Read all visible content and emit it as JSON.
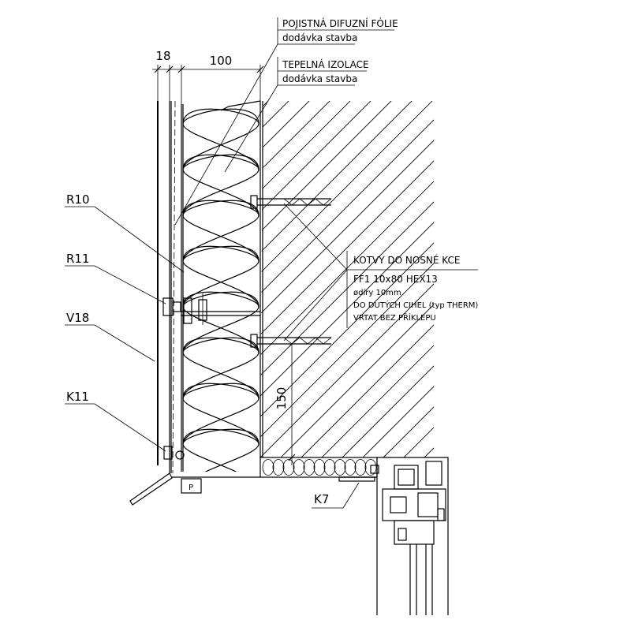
{
  "dimensions": {
    "cladding_gap": "18",
    "insulation_thickness": "100",
    "anchor_spacing": "150"
  },
  "notes": {
    "membrane_title": "POJISTNÁ DIFUZNÍ FÓLIE",
    "membrane_supply": "dodávka stavba",
    "insulation_title": "TEPELNÁ IZOLACE",
    "insulation_supply": "dodávka stavba",
    "anchors_title": "KOTVY DO NOSNÉ KCE",
    "anchors_line1": "FF1 10x80 HEX13",
    "anchors_line2": "ødíry 10mm",
    "anchors_line3": "DO DUTÝCH CIHEL (typ THERM)",
    "anchors_line4": "VRTAT BEZ PŘÍKLEPU"
  },
  "tags": {
    "r10": "R10",
    "r11": "R11",
    "v18": "V18",
    "k11": "K11",
    "k7": "K7",
    "p": "P"
  }
}
